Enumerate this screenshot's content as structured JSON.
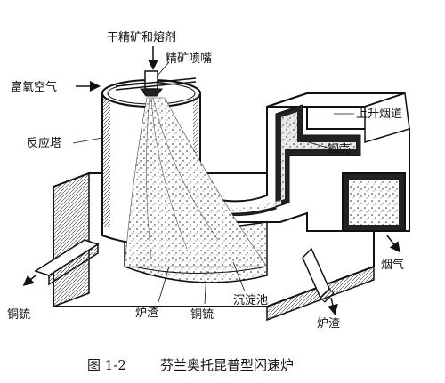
{
  "diagram": {
    "labels": {
      "concentrate_and_flux": "干精矿和熔剂",
      "nozzle": "精矿喷嘴",
      "oxygen_air": "富氧空气",
      "reaction_shaft": "反应塔",
      "uptake": "上升烟道",
      "steel_shell": "钢壳",
      "flue_gas": "烟气",
      "matte_left": "铜锍",
      "slag_left": "炉渣",
      "matte_bottom": "铜锍",
      "settler": "沉淀池",
      "slag_right": "炉渣"
    },
    "caption": {
      "number": "图 1-2",
      "title": "芬兰奥托昆普型闪速炉"
    }
  }
}
